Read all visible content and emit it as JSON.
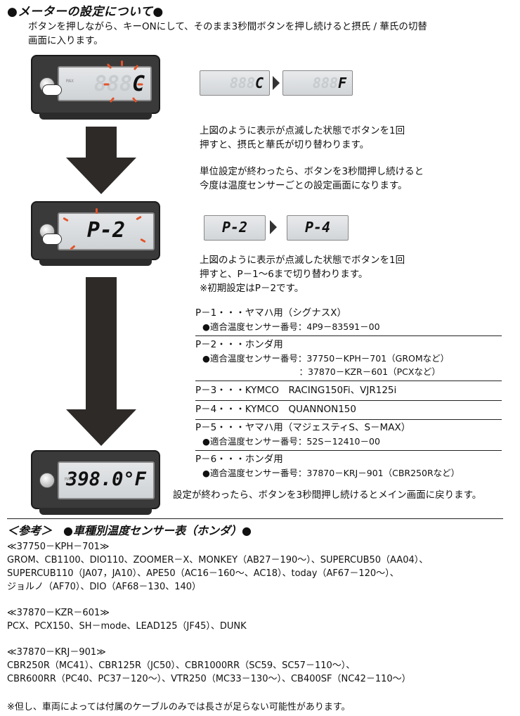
{
  "heading": "●メーターの設定について●",
  "intro": [
    "ボタンを押しながら、キーONにして、そのまま3秒間ボタンを押し続けると摂氏 / 華氏の切替",
    "画面に入ります。"
  ],
  "meters": {
    "unit_display": "C",
    "unit_options": [
      "C",
      "F"
    ],
    "mode_display": "P-2",
    "mode_options": [
      "P-2",
      "P-4"
    ],
    "final_display": "398.0°F",
    "ghost_digits": "888",
    "max_label": "MAX"
  },
  "para1": [
    "上図のように表示が点滅した状態でボタンを1回",
    "押すと、摂氏と華氏が切り替わります。"
  ],
  "para2": [
    "単位設定が終わったら、ボタンを3秒間押し続けると",
    "今度は温度センサーごとの設定画面になります。"
  ],
  "para3": [
    "上図のように表示が点滅した状態でボタンを1回",
    "押すと、P－1～6まで切り替わります。",
    "※初期設定はP－2です。"
  ],
  "settings": [
    {
      "title": "P－1・・・ヤマハ用（シグナスX）",
      "subs": [
        "●適合温度センサー番号：4P9－83591－00"
      ]
    },
    {
      "title": "P－2・・・ホンダ用",
      "subs": [
        "●適合温度センサー番号：37750－KPH－701（GROMなど）",
        "　　　　　　　　　　　：37870－KZR－601（PCXなど）"
      ]
    },
    {
      "title": "P－3・・・KYMCO　RACING150Fi、VJR125i",
      "subs": []
    },
    {
      "title": "P－4・・・KYMCO　QUANNON150",
      "subs": []
    },
    {
      "title": "P－5・・・ヤマハ用（マジェスティS、S－MAX）",
      "subs": [
        "●適合温度センサー番号：52S－12410－00"
      ]
    },
    {
      "title": "P－6・・・ホンダ用",
      "subs": [
        "●適合温度センサー番号：37870－KRJ－901（CBR250Rなど）"
      ]
    }
  ],
  "final_note": "設定が終わったら、ボタンを3秒間押し続けるとメイン画面に戻ります。",
  "reference_title": "＜参考＞　●車種別温度センサー表（ホンダ）●",
  "reference": [
    {
      "code": "≪37750－KPH－701≫",
      "lines": [
        "GROM、CB1100、DIO110、ZOOMER－X、MONKEY（AB27－190～）、SUPERCUB50（AA04）、",
        "SUPERCUB110（JA07，JA10）、APE50（AC16－160～、AC18）、today（AF67－120～）、",
        "ジョルノ（AF70）、DIO（AF68－130、140）"
      ]
    },
    {
      "code": "≪37870－KZR－601≫",
      "lines": [
        "PCX、PCX150、SH－mode、LEAD125（JF45）、DUNK"
      ]
    },
    {
      "code": "≪37870－KRJ－901≫",
      "lines": [
        "CBR250R（MC41）、CBR125R（JC50）、CBR1000RR（SC59、SC57－110～）、",
        "CBR600RR（PC40、PC37－120～）、VTR250（MC33－130～）、CB400SF（NC42－110～）"
      ]
    }
  ],
  "footnote": "※但し、車両によっては付属のケーブルのみでは長さが足らない可能性があります。"
}
